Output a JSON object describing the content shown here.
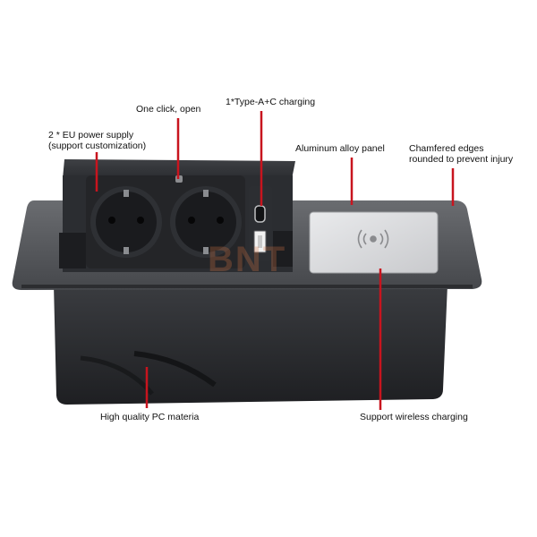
{
  "colors": {
    "background": "#ffffff",
    "callout_line": "#c8141e",
    "product_body": "#2a2c2f",
    "panel": "#4a4c50",
    "wireless_pad": "#d8d9db",
    "watermark": "#d77846"
  },
  "callouts": {
    "one_click": "One click, open",
    "type_ac": "1*Type-A+C charging",
    "eu_power_line1": "2 * EU power supply",
    "eu_power_line2": "(support customization)",
    "aluminum": "Aluminum alloy panel",
    "chamfered_line1": "Chamfered edges",
    "chamfered_line2": "rounded to prevent injury",
    "pc_material": "High quality PC materia",
    "wireless": "Support wireless charging"
  },
  "watermark": "BNT"
}
